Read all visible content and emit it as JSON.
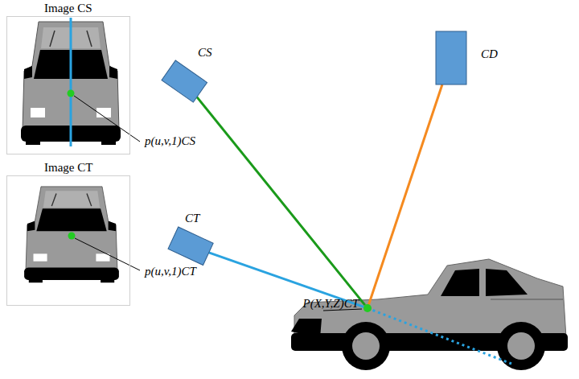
{
  "diagram": {
    "nodes": [
      {
        "text": [
          "Image CS"
        ]
      },
      {
        "text": [
          "Image CT"
        ]
      },
      {
        "text": [
          "CS"
        ]
      },
      {
        "text": [
          "CT"
        ]
      },
      {
        "text": [
          "CD"
        ]
      },
      {
        "text": [
          "P(X,Y,Z)CT"
        ]
      }
    ],
    "edges": [
      {
        "from": 2,
        "to": 5,
        "arrow": "none"
      },
      {
        "from": 3,
        "to": 5,
        "arrow": "none"
      },
      {
        "from": 4,
        "to": 5,
        "arrow": "none"
      }
    ],
    "labels": [
      "p(u,v,1)CS",
      "p(u,v,1)CT"
    ]
  }
}
